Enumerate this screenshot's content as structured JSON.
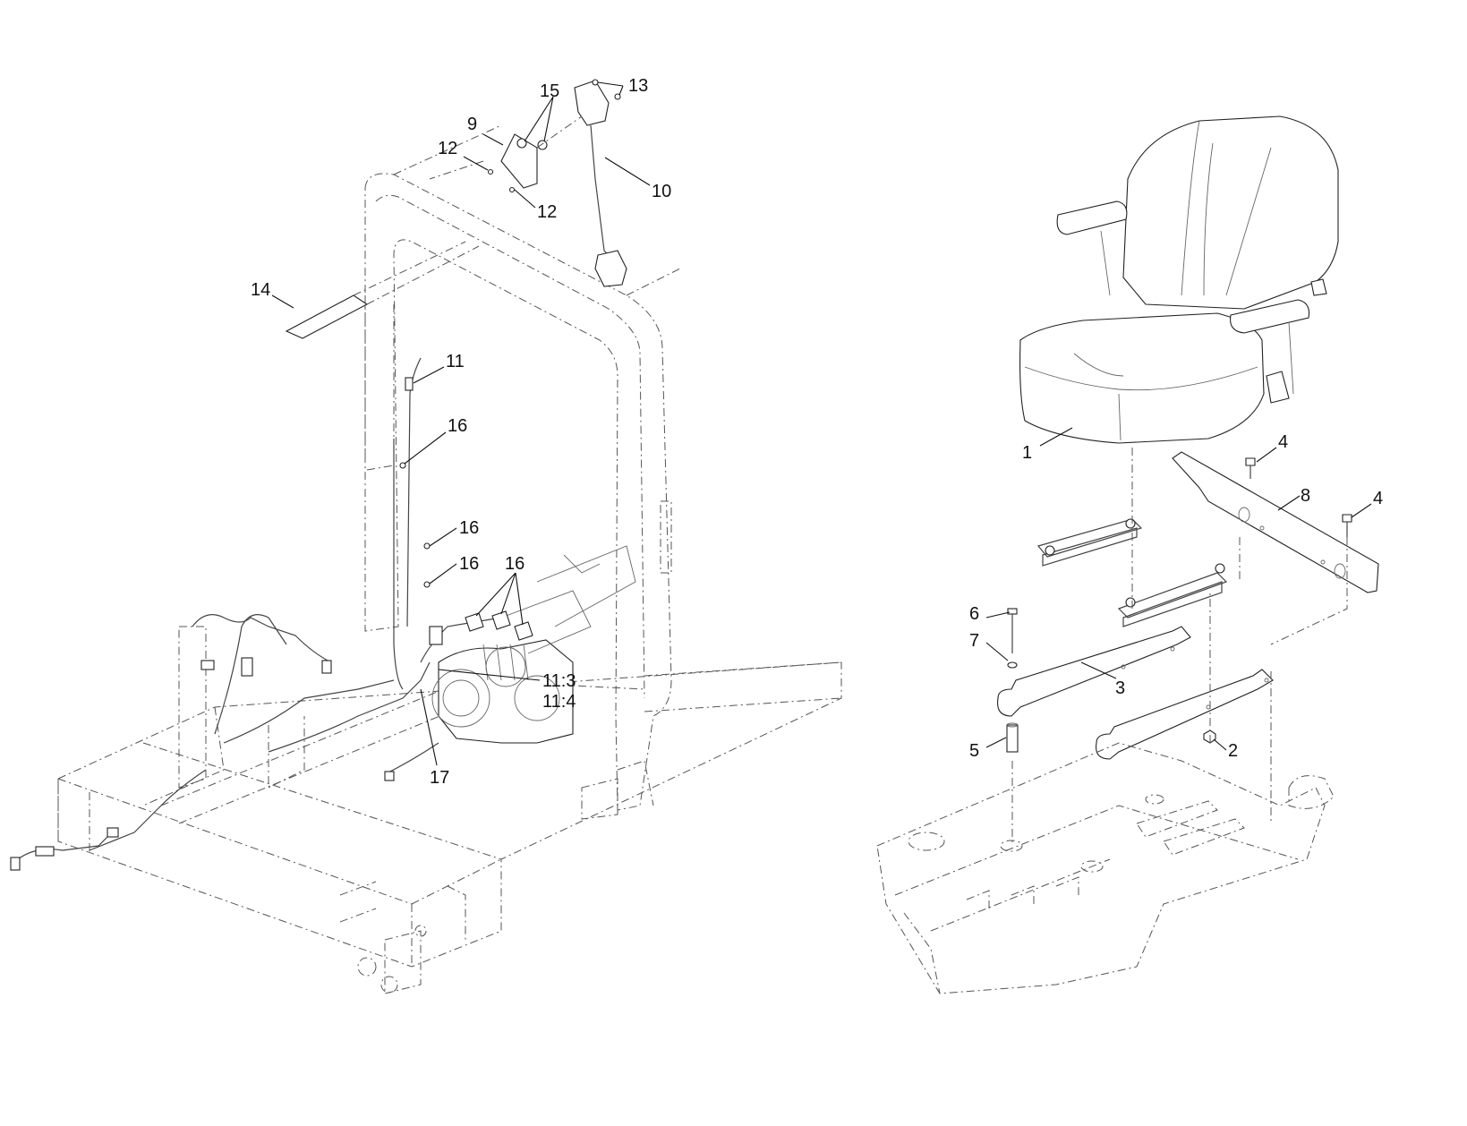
{
  "callouts": [
    {
      "id": "c1",
      "text": "1"
    },
    {
      "id": "c2",
      "text": "2"
    },
    {
      "id": "c3",
      "text": "3"
    },
    {
      "id": "c4a",
      "text": "4"
    },
    {
      "id": "c4b",
      "text": "4"
    },
    {
      "id": "c5",
      "text": "5"
    },
    {
      "id": "c6",
      "text": "6"
    },
    {
      "id": "c7",
      "text": "7"
    },
    {
      "id": "c8",
      "text": "8"
    },
    {
      "id": "c9",
      "text": "9"
    },
    {
      "id": "c10",
      "text": "10"
    },
    {
      "id": "c11",
      "text": "11"
    },
    {
      "id": "c11_3",
      "text": "11:3"
    },
    {
      "id": "c11_4",
      "text": "11:4"
    },
    {
      "id": "c12a",
      "text": "12"
    },
    {
      "id": "c12b",
      "text": "12"
    },
    {
      "id": "c13",
      "text": "13"
    },
    {
      "id": "c14",
      "text": "14"
    },
    {
      "id": "c15",
      "text": "15"
    },
    {
      "id": "c16a",
      "text": "16"
    },
    {
      "id": "c16b",
      "text": "16"
    },
    {
      "id": "c16c",
      "text": "16"
    },
    {
      "id": "c16d",
      "text": "16"
    },
    {
      "id": "c17",
      "text": "17"
    }
  ]
}
